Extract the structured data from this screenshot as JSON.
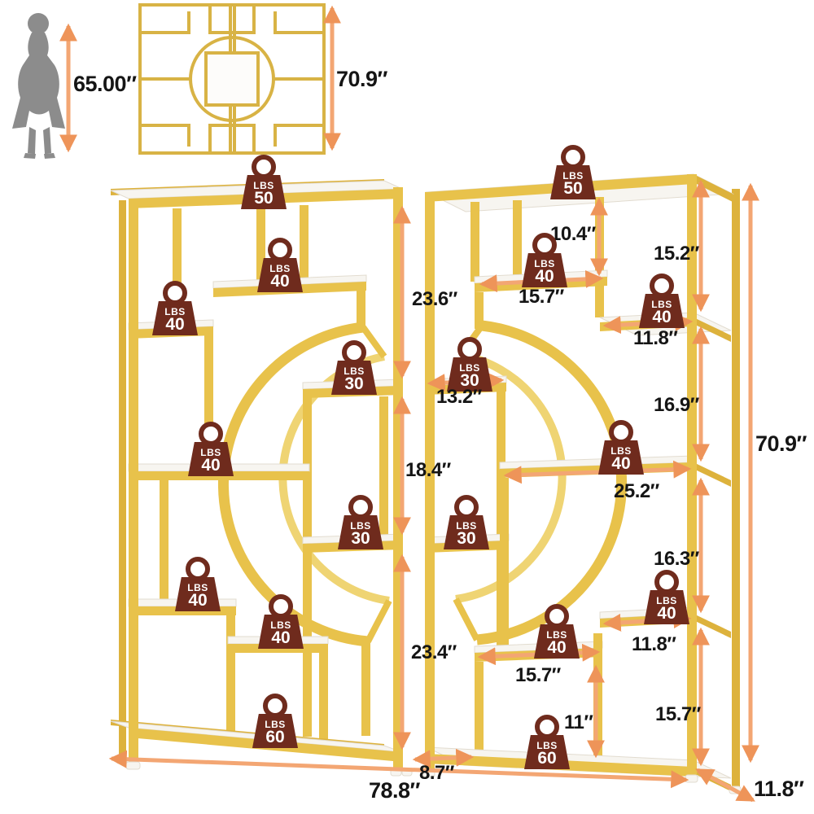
{
  "image": {
    "description": "Gold two-piece etagere bookshelf dimension and weight-capacity diagram",
    "background": "#ffffff"
  },
  "colors": {
    "gold": "#E8C24B",
    "gold_back": "#DDB23C",
    "gold_light": "#EFD473",
    "shelf_white": "#F7F5F0",
    "arrow_orange": "#F3A673",
    "weight_brown": "#6F2B1D",
    "text_black": "#151515",
    "silhouette_gray": "#8C8C8C"
  },
  "icons": {
    "human_silhouette": "woman-standing-silhouette",
    "weight_badge": "kettlebell-weight-icon"
  },
  "weights": {
    "unit": "LBS",
    "badges": [
      {
        "value": "50"
      },
      {
        "value": "40"
      },
      {
        "value": "40"
      },
      {
        "value": "30"
      },
      {
        "value": "40"
      },
      {
        "value": "30"
      },
      {
        "value": "40"
      },
      {
        "value": "40"
      },
      {
        "value": "60"
      },
      {
        "value": "50"
      },
      {
        "value": "40"
      },
      {
        "value": "40"
      },
      {
        "value": "30"
      },
      {
        "value": "40"
      },
      {
        "value": "30"
      },
      {
        "value": "40"
      },
      {
        "value": "40"
      },
      {
        "value": "60"
      }
    ]
  },
  "dims": {
    "items": [
      {
        "id": "human-height",
        "text": "65.00″"
      },
      {
        "id": "front-view-height",
        "text": "70.9″"
      },
      {
        "id": "top-opening-height",
        "text": "10.4″"
      },
      {
        "id": "right-gap-1",
        "text": "15.2″"
      },
      {
        "id": "center-gap-1",
        "text": "23.6″"
      },
      {
        "id": "upper-shelf-width",
        "text": "15.7″"
      },
      {
        "id": "upper-right-width",
        "text": "11.8″"
      },
      {
        "id": "right-gap-2",
        "text": "16.9″"
      },
      {
        "id": "center-shelf-width",
        "text": "13.2″"
      },
      {
        "id": "center-gap-2",
        "text": "18.4″"
      },
      {
        "id": "middle-shelf-width",
        "text": "25.2″"
      },
      {
        "id": "right-gap-3",
        "text": "16.3″"
      },
      {
        "id": "center-gap-3",
        "text": "23.4″"
      },
      {
        "id": "lower-right-width",
        "text": "11.8″"
      },
      {
        "id": "lower-shelf-width",
        "text": "15.7″"
      },
      {
        "id": "bottom-gap-height",
        "text": "11″"
      },
      {
        "id": "right-gap-4",
        "text": "15.7″"
      },
      {
        "id": "overall-height",
        "text": "70.9″"
      },
      {
        "id": "bottom-inset-width",
        "text": "8.7″"
      },
      {
        "id": "overall-width",
        "text": "78.8″"
      },
      {
        "id": "overall-depth",
        "text": "11.8″"
      }
    ]
  }
}
